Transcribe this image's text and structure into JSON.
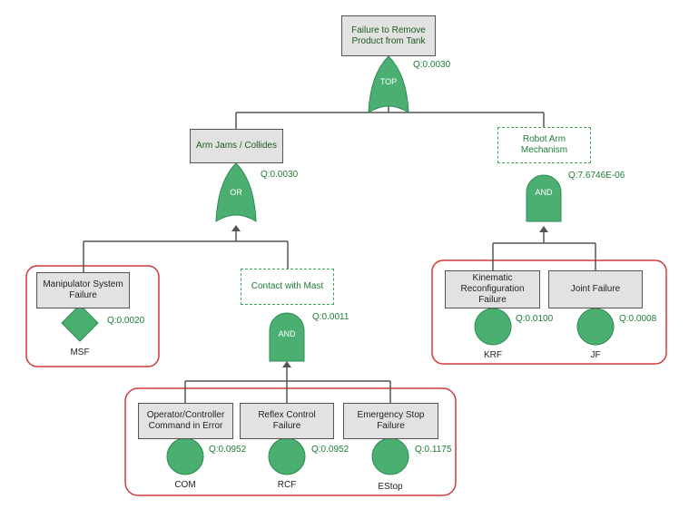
{
  "colors": {
    "gate_fill": "#4caf72",
    "gate_stroke": "#2e8b57",
    "group_border": "#d03a3a",
    "line": "#555555",
    "box_grey": "#e2e2e2",
    "text_green": "#1f7a36"
  },
  "nodes": {
    "top": {
      "label": "Failure to Remove Product from Tank",
      "gate": "TOP",
      "q": "Q:0.0030"
    },
    "arm_jams": {
      "label": "Arm Jams / Collides",
      "gate": "OR",
      "q": "Q:0.0030"
    },
    "robot_arm": {
      "label": "Robot Arm Mechanism",
      "gate": "AND",
      "q": "Q:7.6746E-06"
    },
    "manipulator": {
      "label": "Manipulator System Failure",
      "id": "MSF",
      "q": "Q:0.0020"
    },
    "contact_mast": {
      "label": "Contact with Mast",
      "gate": "AND",
      "q": "Q:0.0011"
    },
    "operator": {
      "label": "Operator/Controller Command in Error",
      "id": "COM",
      "q": "Q:0.0952"
    },
    "reflex": {
      "label": "Reflex Control Failure",
      "id": "RCF",
      "q": "Q:0.0952"
    },
    "estop": {
      "label": "Emergency Stop Failure",
      "id": "EStop",
      "q": "Q:0.1175"
    },
    "kinematic": {
      "label": "Kinematic Reconfiguration Failure",
      "id": "KRF",
      "q": "Q:0.0100"
    },
    "joint": {
      "label": "Joint Failure",
      "id": "JF",
      "q": "Q:0.0008"
    }
  }
}
